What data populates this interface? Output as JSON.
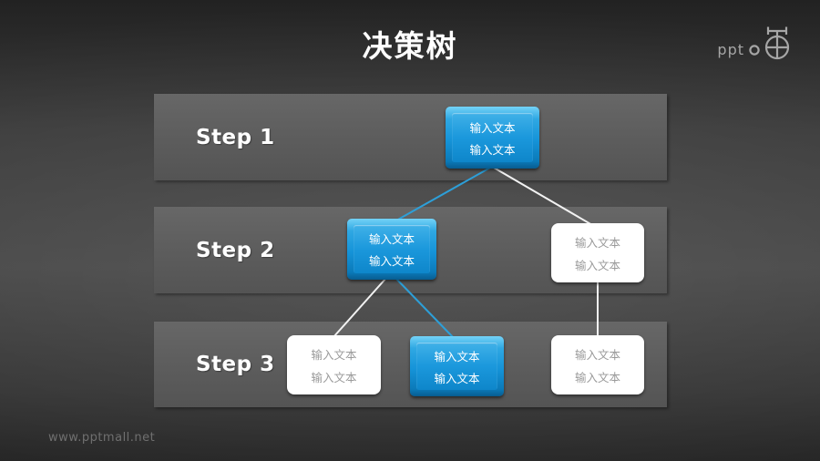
{
  "title": "决策树",
  "logo": {
    "text": "ppt",
    "icon": "cat-scale-icon"
  },
  "watermark": "www.pptmall.net",
  "steps": [
    {
      "label": "Step 1"
    },
    {
      "label": "Step 2"
    },
    {
      "label": "Step 3"
    }
  ],
  "nodes": [
    {
      "id": "step1-blue",
      "step": "Step 1",
      "variant": "blue",
      "line1": "输入文本",
      "line2": "输入文本"
    },
    {
      "id": "step2-blue",
      "step": "Step 2",
      "variant": "blue",
      "line1": "输入文本",
      "line2": "输入文本"
    },
    {
      "id": "step2-white",
      "step": "Step 2",
      "variant": "white",
      "line1": "输入文本",
      "line2": "输入文本"
    },
    {
      "id": "step3-white-left",
      "step": "Step 3",
      "variant": "white",
      "line1": "输入文本",
      "line2": "输入文本"
    },
    {
      "id": "step3-blue",
      "step": "Step 3",
      "variant": "blue",
      "line1": "输入文本",
      "line2": "输入文本"
    },
    {
      "id": "step3-white-right",
      "step": "Step 3",
      "variant": "white",
      "line1": "输入文本",
      "line2": "输入文本"
    }
  ],
  "connectors": [
    {
      "from": "step1-blue",
      "to": "step2-blue",
      "color": "#2d9fd8"
    },
    {
      "from": "step1-blue",
      "to": "step2-white",
      "color": "#f2f2f2"
    },
    {
      "from": "step2-blue",
      "to": "step3-white-left",
      "color": "#f2f2f2"
    },
    {
      "from": "step2-blue",
      "to": "step3-blue",
      "color": "#2d9fd8"
    },
    {
      "from": "step2-white",
      "to": "step3-white-right",
      "color": "#f2f2f2"
    }
  ],
  "colors": {
    "background": "#3b3b3b",
    "band": "#5e5e5e",
    "accent_blue": "#1593d8",
    "connector_blue": "#2d9fd8",
    "connector_white": "#f2f2f2",
    "box_white": "#ffffff",
    "box_text_gray": "#9a9a9a",
    "title_white": "#ffffff",
    "logo_gray": "#a6a6a6"
  }
}
